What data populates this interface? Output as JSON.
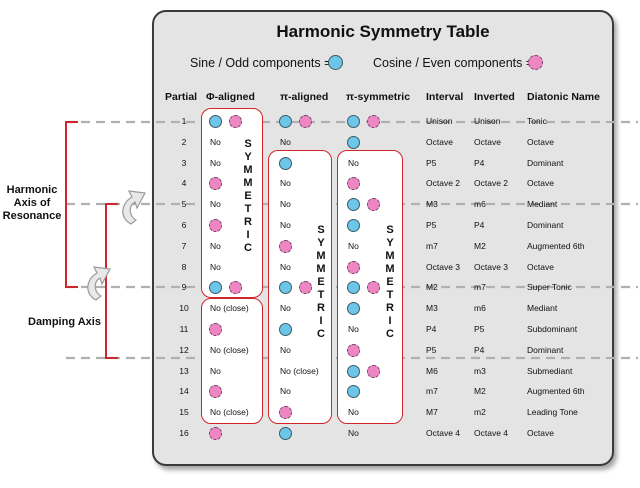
{
  "title": "Harmonic Symmetry Table",
  "legend": {
    "sine_label": "Sine / Odd components =",
    "cosine_label": "Cosine / Even components ="
  },
  "headers": {
    "partial": "Partial",
    "phi": "Φ-aligned",
    "pi": "π-aligned",
    "pisym": "π-symmetric",
    "interval": "Interval",
    "inverted": "Inverted",
    "diatonic": "Diatonic Name"
  },
  "symmetric_word": "SYMMETRIC",
  "axes": {
    "harmonic": "Harmonic\nAxis of\nResonance",
    "damping": "Damping Axis"
  },
  "colors": {
    "sine": "#6cc6ea",
    "cosine": "#ef86c4",
    "bracket": "#d0262b",
    "dashed_line": "#b0b0b0"
  },
  "rows": [
    {
      "partial": "1",
      "phi": [
        "sine",
        "cos"
      ],
      "pi": [
        "sine",
        "cos"
      ],
      "pisym": [
        "sine",
        "cos"
      ],
      "interval": "Unison",
      "inverted": "Unison",
      "diatonic": "Tonic"
    },
    {
      "partial": "2",
      "phi": "No",
      "pi": "No",
      "pisym": [
        "sine"
      ],
      "interval": "Octave",
      "inverted": "Octave",
      "diatonic": "Octave"
    },
    {
      "partial": "3",
      "phi": "No",
      "pi": [
        "sine"
      ],
      "pisym": "No",
      "interval": "P5",
      "inverted": "P4",
      "diatonic": "Dominant"
    },
    {
      "partial": "4",
      "phi": [
        "cos"
      ],
      "pi": "No",
      "pisym": [
        "cos"
      ],
      "interval": "Octave 2",
      "inverted": "Octave 2",
      "diatonic": "Octave"
    },
    {
      "partial": "5",
      "phi": "No",
      "pi": "No",
      "pisym": [
        "sine",
        "cos"
      ],
      "interval": "M3",
      "inverted": "m6",
      "diatonic": "Mediant"
    },
    {
      "partial": "6",
      "phi": [
        "cos"
      ],
      "pi": "No",
      "pisym": [
        "sine"
      ],
      "interval": "P5",
      "inverted": "P4",
      "diatonic": "Dominant"
    },
    {
      "partial": "7",
      "phi": "No",
      "pi": [
        "cos"
      ],
      "pisym": "No",
      "interval": "m7",
      "inverted": "M2",
      "diatonic": "Augmented 6th"
    },
    {
      "partial": "8",
      "phi": "No",
      "pi": "No",
      "pisym": [
        "cos"
      ],
      "interval": "Octave 3",
      "inverted": "Octave 3",
      "diatonic": "Octave"
    },
    {
      "partial": "9",
      "phi": [
        "sine",
        "cos"
      ],
      "pi": [
        "sine",
        "cos"
      ],
      "pisym": [
        "sine",
        "cos"
      ],
      "interval": "M2",
      "inverted": "m7",
      "diatonic": "Super Tonic"
    },
    {
      "partial": "10",
      "phi": "No (close)",
      "pi": "No",
      "pisym": [
        "sine"
      ],
      "interval": "M3",
      "inverted": "m6",
      "diatonic": "Mediant"
    },
    {
      "partial": "11",
      "phi": [
        "cos"
      ],
      "pi": [
        "sine"
      ],
      "pisym": "No",
      "interval": "P4",
      "inverted": "P5",
      "diatonic": "Subdominant"
    },
    {
      "partial": "12",
      "phi": "No (close)",
      "pi": "No",
      "pisym": [
        "cos"
      ],
      "interval": "P5",
      "inverted": "P4",
      "diatonic": "Dominant"
    },
    {
      "partial": "13",
      "phi": "No",
      "pi": "No (close)",
      "pisym": [
        "sine",
        "cos"
      ],
      "interval": "M6",
      "inverted": "m3",
      "diatonic": "Submediant"
    },
    {
      "partial": "14",
      "phi": [
        "cos"
      ],
      "pi": "No",
      "pisym": [
        "sine"
      ],
      "interval": "m7",
      "inverted": "M2",
      "diatonic": "Augmented 6th"
    },
    {
      "partial": "15",
      "phi": "No (close)",
      "pi": [
        "cos"
      ],
      "pisym": "No",
      "interval": "M7",
      "inverted": "m2",
      "diatonic": "Leading Tone"
    },
    {
      "partial": "16",
      "phi": [
        "cos"
      ],
      "pi": [
        "sine"
      ],
      "pisym": "No",
      "interval": "Octave 4",
      "inverted": "Octave 4",
      "diatonic": "Octave"
    }
  ]
}
